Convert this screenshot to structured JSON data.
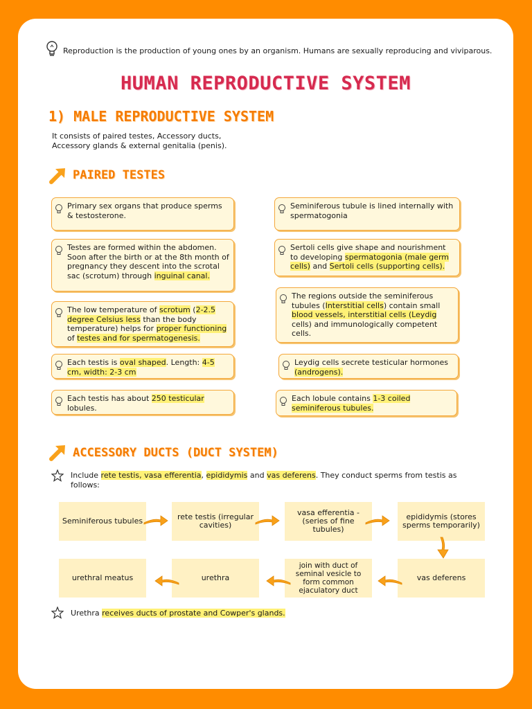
{
  "intro": "Reproduction is the production of young ones by an organism. Humans are sexually reproducing and viviparous.",
  "title": "HUMAN REPRODUCTIVE SYSTEM",
  "male": {
    "heading": "1) MALE REPRODUCTIVE SYSTEM",
    "line1": "It consists of paired testes, Accessory  ducts,",
    "line2": "Accessory glands & external genitalia (penis)."
  },
  "testes": {
    "heading": "PAIRED TESTES",
    "left": {
      "c1": {
        "a": "Primary sex organs that produce sperms & testosterone."
      },
      "c2": {
        "a": "Testes are formed within the abdomen. Soon after the birth or at the 8th month of pregnancy they descent into the scrotal sac (scrotum) through ",
        "b": "inguinal canal."
      },
      "c3": {
        "a": "The low temperature of ",
        "b": "scrotum",
        "c": " (",
        "d": "2-2.5 degree Celsius less",
        "e": " than the body temperature) helps for ",
        "f": "proper functioning",
        "g": " of ",
        "h": "testes and for spermatogenesis."
      },
      "c4": {
        "a": "Each testis is ",
        "b": "oval shaped",
        "c": ". Length: ",
        "d": "4-5 cm, width: 2-3 cm"
      },
      "c5": {
        "a": "Each testis has about ",
        "b": "250 testicular",
        "c": " lobules."
      }
    },
    "right": {
      "c1": {
        "a": "Seminiferous tubule is lined internally with spermatogonia"
      },
      "c2": {
        "a": "Sertoli cells give shape and nourishment to developing ",
        "b": "spermatogonia (male germ cells)",
        "c": " and ",
        "d": "Sertoli cells (supporting cells)."
      },
      "c3": {
        "a": "The regions outside the seminiferous tubules (",
        "b": "Interstitial cells",
        "c": ") contain small ",
        "d": "blood vessels, interstitial cells (Leydig",
        "e": " cells) and immunologically competent cells."
      },
      "c4": {
        "a": "Leydig cells secrete testicular hormones ",
        "b": "(androgens)."
      },
      "c5": {
        "a": "Each lobule contains ",
        "b": "1-3 coiled seminiferous tubules."
      }
    }
  },
  "ducts": {
    "heading": "ACCESSORY DUCTS (DUCT SYSTEM)",
    "include": {
      "a": "Include ",
      "b": "rete testis, vasa efferentia",
      "c": ", ",
      "d": "epididymis",
      "e": " and ",
      "f": "vas deferens",
      "g": ". They conduct sperms from testis as follows:"
    },
    "flow": [
      "Seminiferous tubules",
      "rete testis (irregular cavities)",
      "vasa efferentia - (series of fine tubules)",
      "epididymis (stores sperms temporarily)",
      "vas deferens",
      "join with duct of seminal vesicle to form common ejaculatory duct",
      "urethra",
      "urethral meatus"
    ],
    "urethra": {
      "a": "Urethra ",
      "b": "receives ducts of prostate and Cowper's glands."
    }
  },
  "colors": {
    "background": "#ff8c00",
    "title": "#d62a4f",
    "heading": "#f57c00",
    "card": "#fff8dc",
    "highlight": "#fff176",
    "flow_box": "#fff1c4"
  }
}
